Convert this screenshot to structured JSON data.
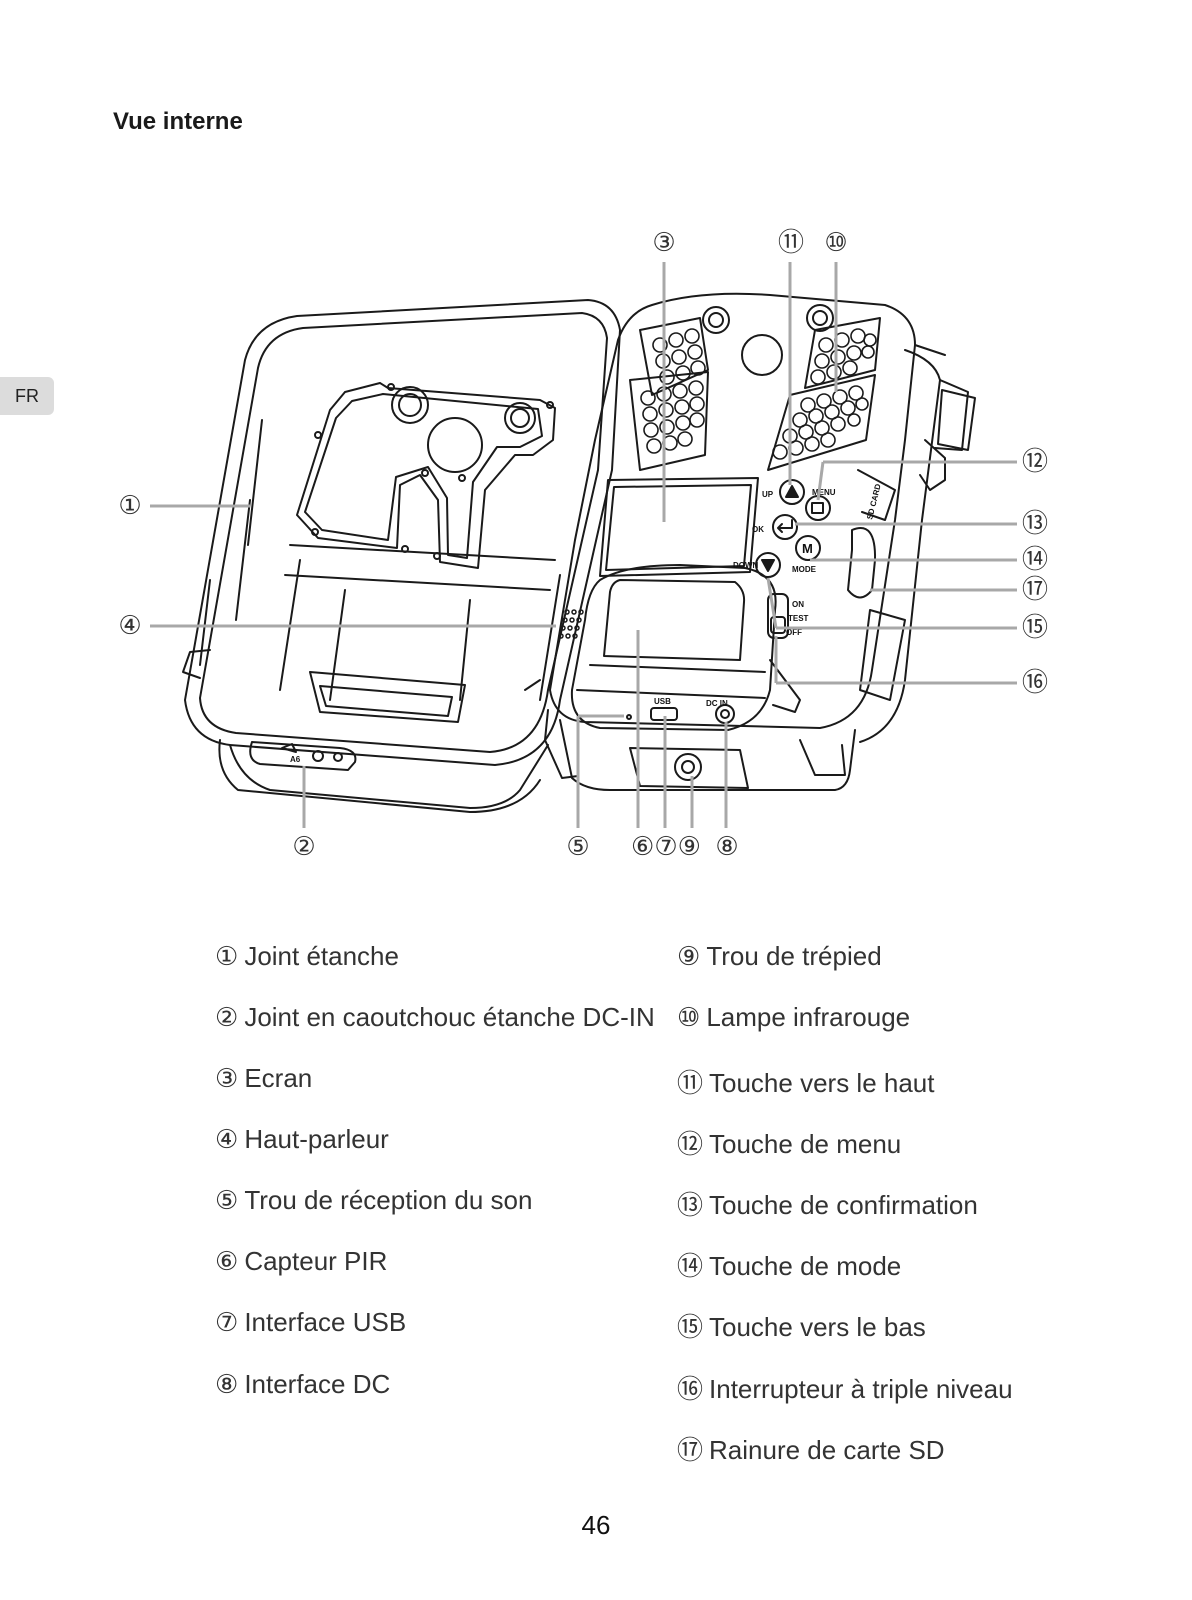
{
  "page": {
    "title": "Vue interne",
    "language_tab": "FR",
    "page_number": "46"
  },
  "figure": {
    "callouts": [
      "①",
      "②",
      "③",
      "④",
      "⑤",
      "⑥⑦⑨",
      "⑧",
      "⑪",
      "⑩",
      "⑫",
      "⑬",
      "⑭",
      "⑰",
      "⑮",
      "⑯"
    ],
    "device_labels": {
      "up": "UP",
      "menu": "MENU",
      "ok": "OK",
      "mode": "MODE",
      "down": "DOWN",
      "on": "ON",
      "test": "TEST",
      "off": "OFF",
      "usb": "USB",
      "dc_in": "DC IN",
      "mode_button": "M",
      "sd_card": "SD CARD",
      "seal_mark": "A6"
    },
    "callout_line_color": "#a8a8a8",
    "line_art_color": "#1a1a1a"
  },
  "legend": {
    "left": [
      {
        "num": "①",
        "text": "Joint étanche"
      },
      {
        "num": "②",
        "text": "Joint en caoutchouc étanche DC-IN"
      },
      {
        "num": "③",
        "text": "Ecran"
      },
      {
        "num": "④",
        "text": "Haut-parleur"
      },
      {
        "num": "⑤",
        "text": "Trou de réception du son"
      },
      {
        "num": "⑥",
        "text": "Capteur PIR"
      },
      {
        "num": "⑦",
        "text": "Interface USB"
      },
      {
        "num": "⑧",
        "text": "Interface DC"
      }
    ],
    "right": [
      {
        "num": "⑨",
        "text": "Trou de trépied"
      },
      {
        "num": "⑩",
        "text": "Lampe infrarouge"
      },
      {
        "num": "⑪",
        "text": "Touche vers le haut"
      },
      {
        "num": "⑫",
        "text": "Touche de menu"
      },
      {
        "num": "⑬",
        "text": "Touche de confirmation"
      },
      {
        "num": "⑭",
        "text": "Touche de mode"
      },
      {
        "num": "⑮",
        "text": "Touche vers le bas"
      },
      {
        "num": "⑯",
        "text": "Interrupteur à triple niveau"
      },
      {
        "num": "⑰",
        "text": "Rainure de carte SD"
      }
    ]
  }
}
